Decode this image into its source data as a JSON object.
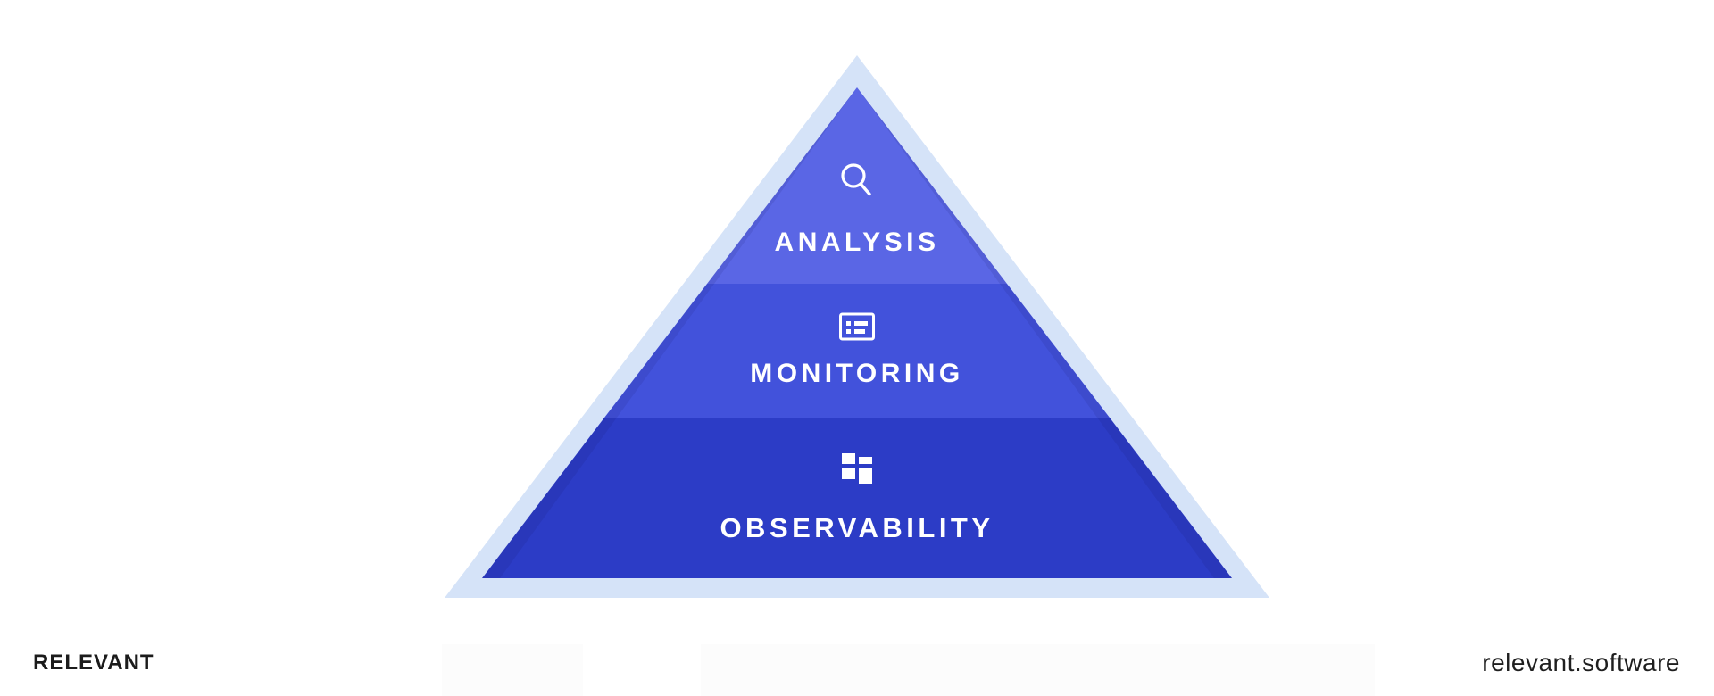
{
  "background_color": "#ffffff",
  "pyramid": {
    "outline_color": "#d5e3f8",
    "edge_shade_color": "rgba(16,22,90,0.10)",
    "text_color": "#ffffff",
    "layers": [
      {
        "id": "analysis",
        "label": "ANALYSIS",
        "icon": "magnifier-icon",
        "color": "#5a66e5"
      },
      {
        "id": "monitoring",
        "label": "MONITORING",
        "icon": "list-card-icon",
        "color": "#4252db"
      },
      {
        "id": "observability",
        "label": "OBSERVABILITY",
        "icon": "dashboard-grid-icon",
        "color": "#2c3cc6"
      }
    ]
  },
  "footer": {
    "brand": "RELEVANT",
    "brand_color": "#1b1b1b",
    "website": "relevant.software",
    "website_color": "#1f1f1f"
  }
}
